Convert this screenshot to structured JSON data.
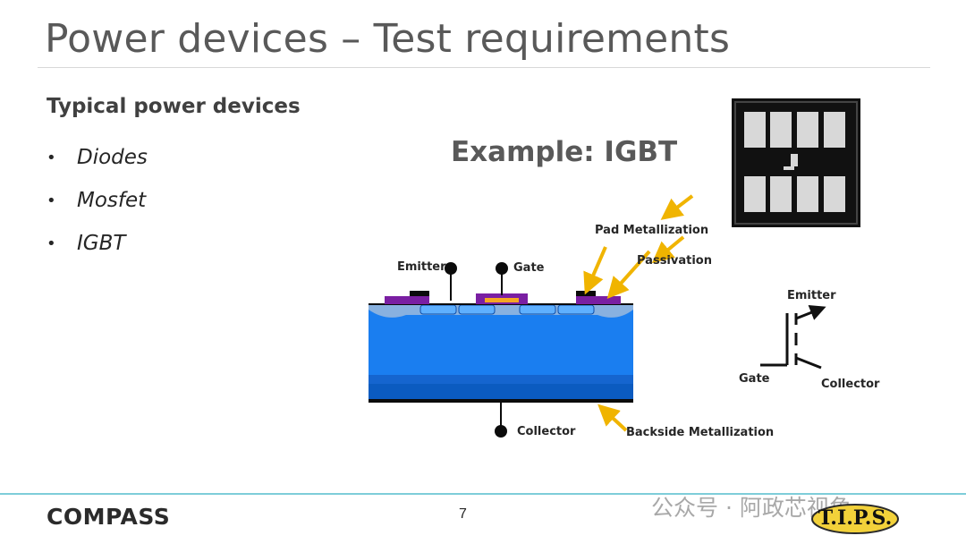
{
  "slide": {
    "title": "Power devices – Test requirements",
    "page_number": "7"
  },
  "left": {
    "heading": "Typical power devices",
    "bullet_symbol": "•",
    "items": [
      "Diodes",
      "Mosfet",
      "IGBT"
    ]
  },
  "figure": {
    "example_title": "Example: IGBT",
    "labels": {
      "emitter": "Emitter",
      "gate": "Gate",
      "collector": "Collector",
      "pad_metallization": "Pad  Metallization",
      "passivation": "Passivation",
      "backside_metallization": "Backside Metallization"
    },
    "symbol_labels": {
      "emitter": "Emitter",
      "gate": "Gate",
      "collector": "Collector"
    },
    "colors": {
      "substrate": "#1a7ef0",
      "substrate_dark": "#0b5bc0",
      "metal": "#7a1fa2",
      "arrow": "#f0b400"
    }
  },
  "footer": {
    "logo_text": "COMPASS",
    "watermark": "公众号 · 阿政芯视角",
    "partner_logo": "T.I.P.S."
  }
}
